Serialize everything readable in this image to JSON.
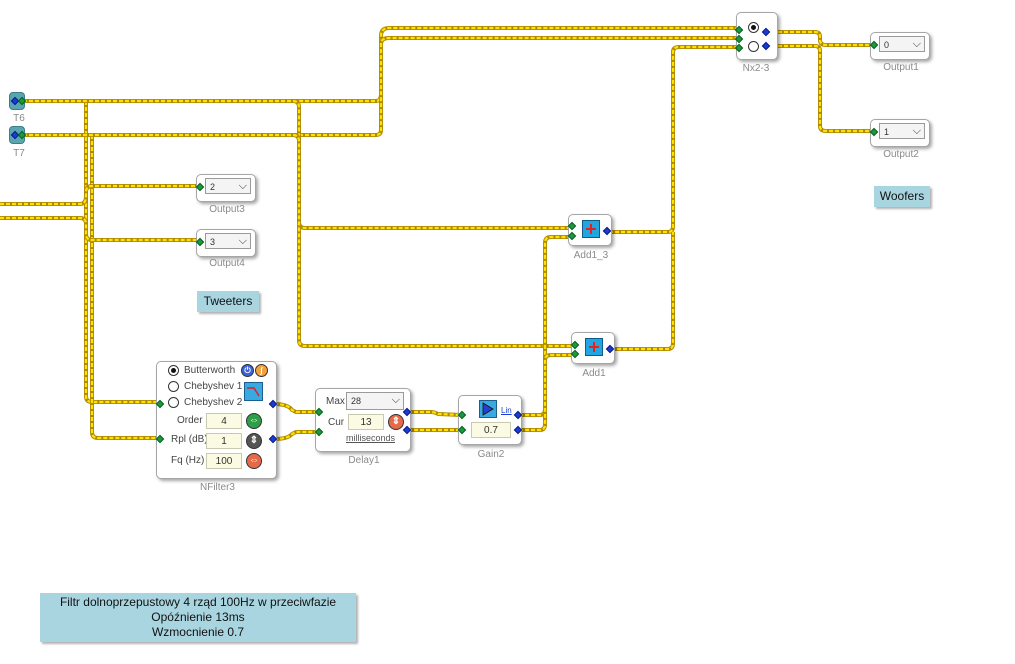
{
  "blocks": {
    "t6": {
      "caption": "T6"
    },
    "t7": {
      "caption": "T7"
    },
    "output3": {
      "caption": "Output3",
      "value": "2"
    },
    "output4": {
      "caption": "Output4",
      "value": "3"
    },
    "output1": {
      "caption": "Output1",
      "value": "0"
    },
    "output2": {
      "caption": "Output2",
      "value": "1"
    },
    "nx23": {
      "caption": "Nx2-3"
    },
    "add13": {
      "caption": "Add1_3"
    },
    "add1": {
      "caption": "Add1"
    },
    "nfilter3": {
      "caption": "NFilter3",
      "radio_options": [
        "Butterworth",
        "Chebyshev 1",
        "Chebyshev 2"
      ],
      "order_label": "Order",
      "order_value": "4",
      "rpl_label": "Rpl (dB)",
      "rpl_value": "1",
      "fq_label": "Fq (Hz)",
      "fq_value": "100"
    },
    "delay1": {
      "caption": "Delay1",
      "max_label": "Max",
      "max_value": "28",
      "cur_label": "Cur",
      "cur_value": "13",
      "unit_link": "milliseconds"
    },
    "gain2": {
      "caption": "Gain2",
      "mode_link": "Lin",
      "value": "0.7"
    }
  },
  "labels": {
    "tweeters": "Tweeters",
    "woofers": "Woofers"
  },
  "note": {
    "line1": "Filtr dolnoprzepustowy 4 rząd 100Hz w przeciwfazie",
    "line2": "Opóźnienie 13ms",
    "line3": "Wzmocnienie 0.7"
  },
  "colors": {
    "wire": "#ffe100",
    "wire_edge": "#b08a00",
    "pin_in": "#1a9a3a",
    "pin_out": "#1a3cd6",
    "label_bg": "#a9d5e1",
    "field_bg": "#fbfbe3"
  }
}
